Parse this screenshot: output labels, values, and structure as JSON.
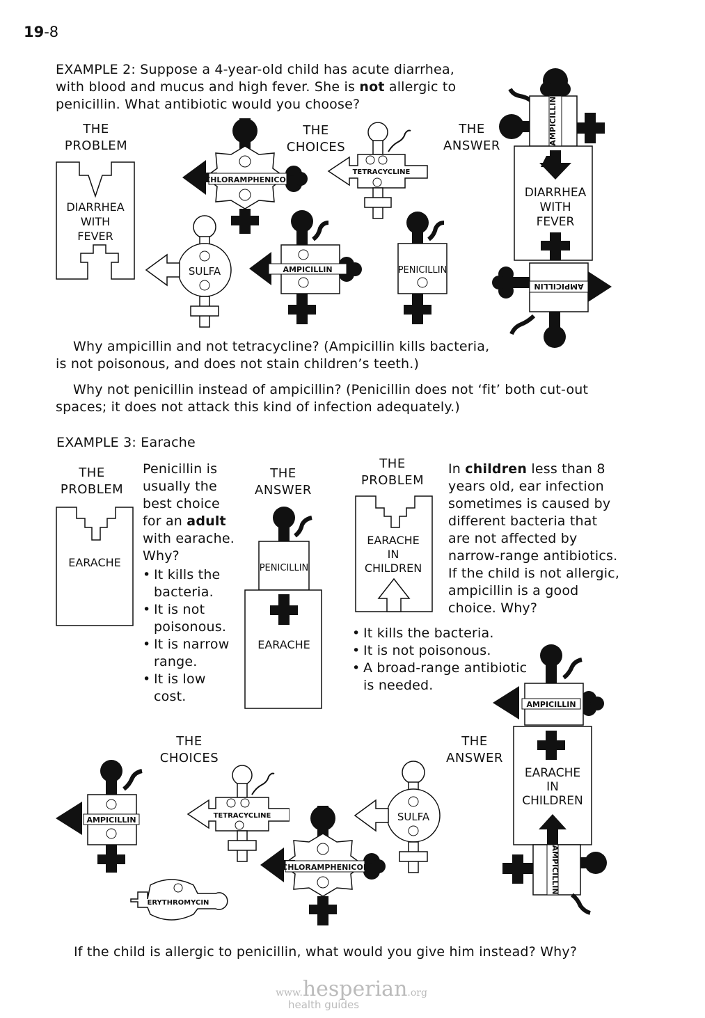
{
  "page": {
    "number_bold": "19",
    "number_rest": "-8"
  },
  "example2": {
    "heading": "EXAMPLE 2:",
    "intro_a": " Suppose a 4-year-old child has acute diarrhea, with blood and mucus and high fever. She is ",
    "intro_bold": "not",
    "intro_b": " allergic to penicillin. What antibiotic would you choose?",
    "problem_label": [
      "THE",
      "PROBLEM"
    ],
    "choices_label": [
      "THE",
      "CHOICES"
    ],
    "answer_label": [
      "THE",
      "ANSWER"
    ],
    "problem_box": [
      "DIARRHEA",
      "WITH",
      "FEVER"
    ],
    "answer_box": [
      "DIARRHEA",
      "WITH",
      "FEVER"
    ],
    "piece_chloramphenicol": "CHLORAMPHENICOL",
    "piece_tetracycline": "TETRACYCLINE",
    "piece_sulfa": "SULFA",
    "piece_ampicillin": "AMPICILLIN",
    "piece_penicillin": "PENICILLIN",
    "q1": "Why ampicillin and not tetracycline? (Ampicillin kills bacteria, is not poisonous, and does not stain children’s teeth.)",
    "q2": "Why not penicillin instead of ampicillin? (Penicillin does not ‘fit’ both cut-out spaces; it does not attack this kind of infection adequately.)"
  },
  "example3": {
    "heading": "EXAMPLE 3:",
    "subtitle": " Earache",
    "problem_label": [
      "THE",
      "PROBLEM"
    ],
    "answer_label": [
      "THE",
      "ANSWER"
    ],
    "problem_box": "EARACHE",
    "answer_box": "EARACHE",
    "adult_text_a": "Penicillin is usually the best choice for an ",
    "adult_text_bold": "adult",
    "adult_text_b": " with earache. Why?",
    "adult_bullets": [
      "It kills the bacteria.",
      "It is not poisonous.",
      "It is narrow range.",
      "It is low cost."
    ],
    "child_problem_label": [
      "THE",
      "PROBLEM"
    ],
    "child_problem_box": [
      "EARACHE",
      "IN",
      "CHILDREN"
    ],
    "child_text_a": "In ",
    "child_text_bold": "children",
    "child_text_b": " less than 8 years old, ear infection sometimes is caused by different bacteria that are not affected by narrow-range antibiotics. If the child is not allergic, ampicillin is a good choice. Why?",
    "child_bullets": [
      "It kills the bacteria.",
      "It is not poisonous.",
      "A broad-range antibiotic is needed."
    ],
    "choices_label": [
      "THE",
      "CHOICES"
    ],
    "answer2_label": [
      "THE",
      "ANSWER"
    ],
    "answer2_box": [
      "EARACHE",
      "IN",
      "CHILDREN"
    ],
    "piece_ampicillin": "AMPICILLIN",
    "piece_tetracycline": "TETRACYCLINE",
    "piece_chloramphenicol": "CHLORAMPHENICOL",
    "piece_sulfa": "SULFA",
    "piece_erythromycin": "ERYTHROMYCIN",
    "piece_penicillin": "PENICILLIN",
    "final_question": "If the child is allergic to penicillin, what would you give him instead? Why?"
  },
  "footer": {
    "www": "www.",
    "brand": "hesperian",
    "org": ".org",
    "tagline": "health guides"
  },
  "colors": {
    "ink": "#111111",
    "footer": "#bbbbbb"
  }
}
